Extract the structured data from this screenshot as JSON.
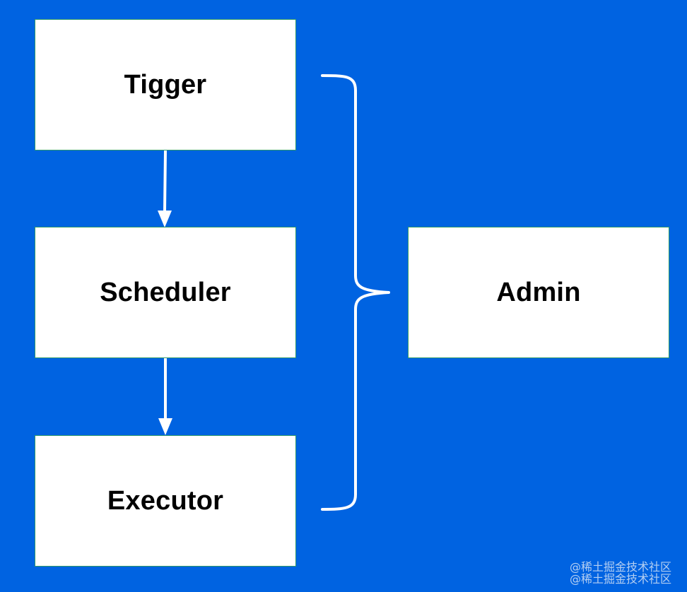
{
  "diagram": {
    "nodes": {
      "tigger": {
        "label": "Tigger"
      },
      "scheduler": {
        "label": "Scheduler"
      },
      "executor": {
        "label": "Executor"
      },
      "admin": {
        "label": "Admin"
      }
    },
    "edges": [
      {
        "from": "Tigger",
        "to": "Scheduler",
        "type": "arrow"
      },
      {
        "from": "Scheduler",
        "to": "Executor",
        "type": "arrow"
      },
      {
        "from": "Tigger, Scheduler, Executor",
        "to": "Admin",
        "type": "brace"
      }
    ]
  },
  "watermark": {
    "line1": "@稀土掘金技术社区",
    "line2": "@稀土掘金技术社区"
  },
  "colors": {
    "background": "#0063e1",
    "node_fill": "#ffffff",
    "node_border": "#2f9a6a",
    "connector": "#ffffff"
  }
}
